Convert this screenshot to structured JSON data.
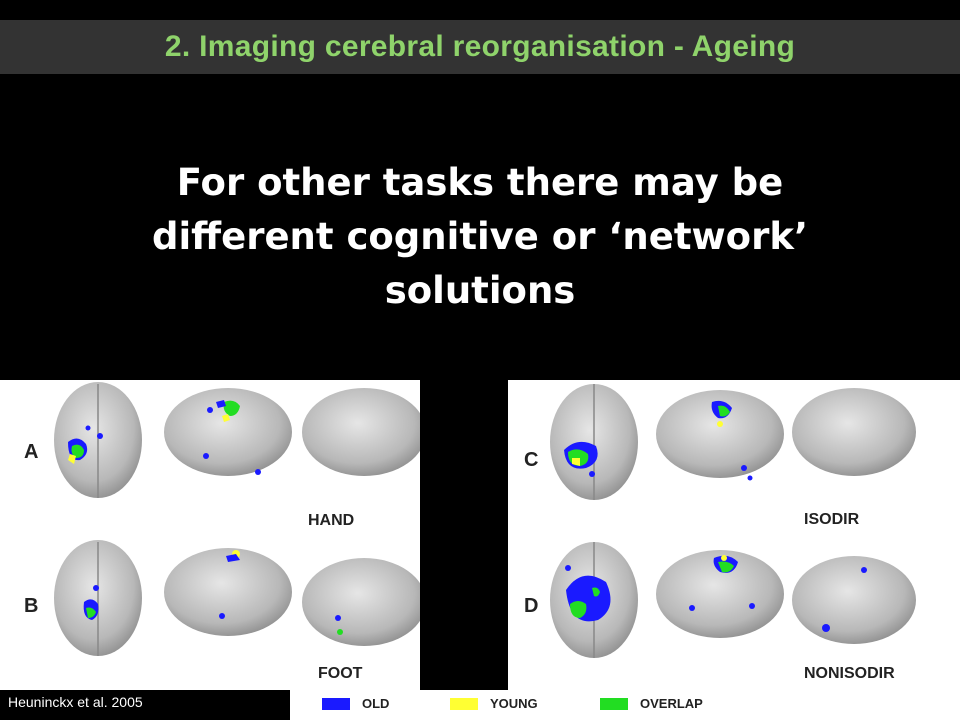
{
  "slide": {
    "title": "2. Imaging cerebral reorganisation - Ageing",
    "heading_lines": [
      "For other tasks there may be",
      "different cognitive or ‘network’",
      "solutions"
    ],
    "citation": "Heuninckx et al. 2005"
  },
  "figure": {
    "panels": [
      {
        "letter": "A",
        "task": "HAND"
      },
      {
        "letter": "B",
        "task": "FOOT"
      },
      {
        "letter": "C",
        "task": "ISODIR"
      },
      {
        "letter": "D",
        "task": "NONISODIR"
      }
    ],
    "legend": [
      {
        "label": "OLD",
        "color": "#1a1aff"
      },
      {
        "label": "YOUNG",
        "color": "#ffff33"
      },
      {
        "label": "OVERLAP",
        "color": "#22dd22"
      }
    ]
  }
}
